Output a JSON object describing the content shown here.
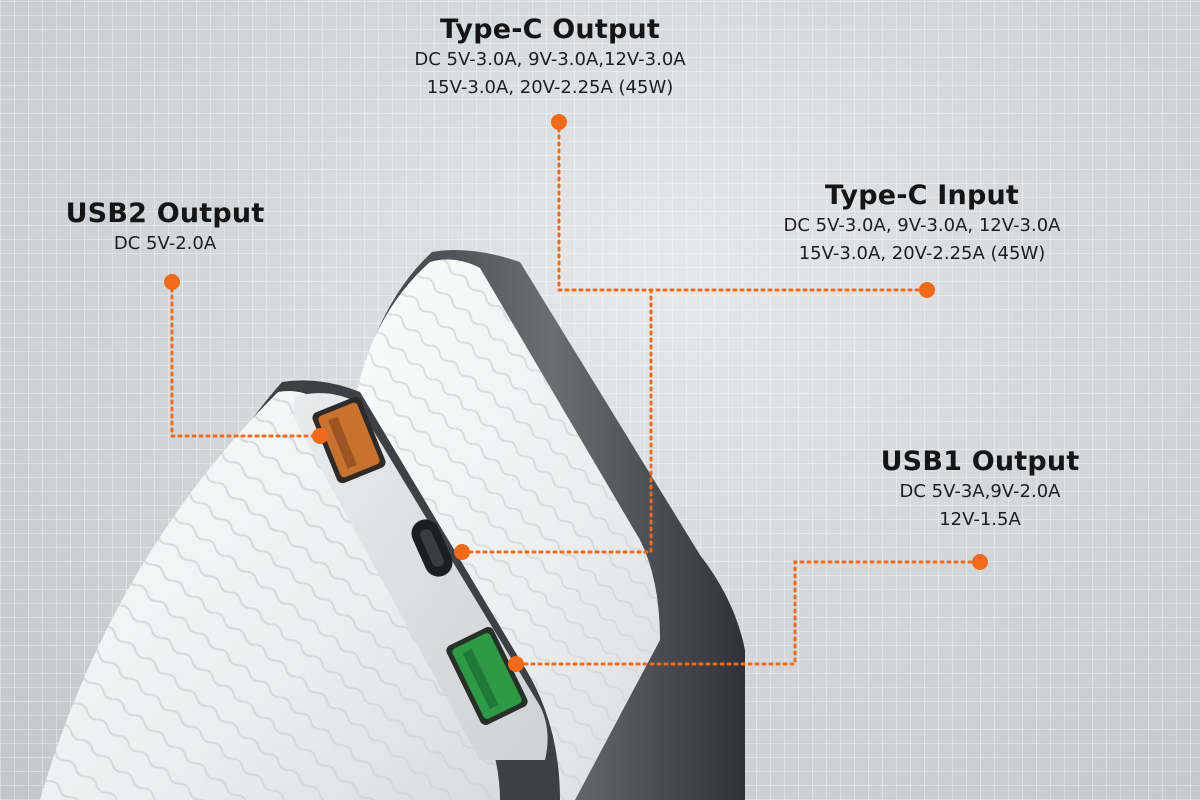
{
  "callouts": {
    "typec_output": {
      "title": "Type-C Output",
      "line1": "DC 5V-3.0A, 9V-3.0A,12V-3.0A",
      "line2": "15V-3.0A, 20V-2.25A (45W)"
    },
    "typec_input": {
      "title": "Type-C Input",
      "line1": "DC 5V-3.0A, 9V-3.0A, 12V-3.0A",
      "line2": "15V-3.0A, 20V-2.25A (45W)"
    },
    "usb2_output": {
      "title": "USB2 Output",
      "line1": "DC 5V-2.0A"
    },
    "usb1_output": {
      "title": "USB1 Output",
      "line1": "DC 5V-3A,9V-2.0A",
      "line2": "12V-1.5A"
    }
  },
  "colors": {
    "accent": "#f26a1b",
    "usb2_port": "#c8722f",
    "usb1_port": "#2f9a46",
    "shell": "#f3f4f4",
    "frame": "#4a4e52"
  },
  "icons": {
    "marker": "callout-dot-icon"
  }
}
